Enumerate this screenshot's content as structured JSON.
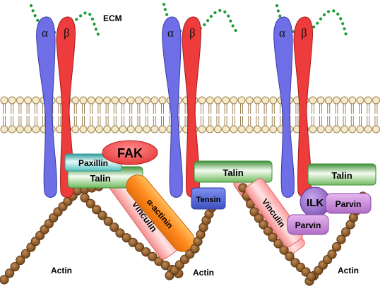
{
  "ecm_label": "ECM",
  "integrin": {
    "alpha": "α",
    "beta": "β"
  },
  "panels": [
    {
      "paxillin": "Paxillin",
      "fak": "FAK",
      "talin": "Talin",
      "actinin": "α-actinin",
      "vinculin": "Vinculin",
      "actin": "Actin"
    },
    {
      "talin": "Talin",
      "tensin": "Tensin",
      "vinculin": "Vinculin",
      "actin": "Actin"
    },
    {
      "talin": "Talin",
      "ilk": "ILK",
      "parvin_a": "Parvin",
      "parvin_b": "Parvin",
      "vinculin": "Vinculin",
      "actin": "Actin"
    }
  ],
  "colors": {
    "alpha_subunit": "#6e6ee6",
    "beta_subunit": "#ee3b3b",
    "ecm": "#1a9e35",
    "membrane_head": "#f6e9c6",
    "membrane_outline": "#9b8255",
    "talin": "#6fbb5e",
    "paxillin": "#56c1bf",
    "fak": "#ef4a4a",
    "vinculin": "#f7a8a8",
    "actinin": "#ffa436",
    "tensin": "#5a6fd8",
    "ilk": "#9c72c9",
    "parvin": "#c389d4",
    "actin": "#8b5a2b"
  }
}
